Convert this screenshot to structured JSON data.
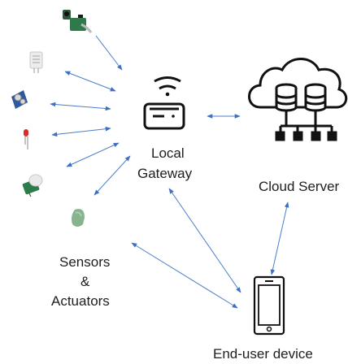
{
  "labels": {
    "gateway_line1": "Local",
    "gateway_line2": "Gateway",
    "cloud": "Cloud Server",
    "sensors_line1": "Sensors",
    "sensors_line2": "&",
    "sensors_line3": "Actuators",
    "device": "End-user device"
  },
  "colors": {
    "arrow": "#4a7ec9",
    "icon_stroke": "#111111"
  }
}
